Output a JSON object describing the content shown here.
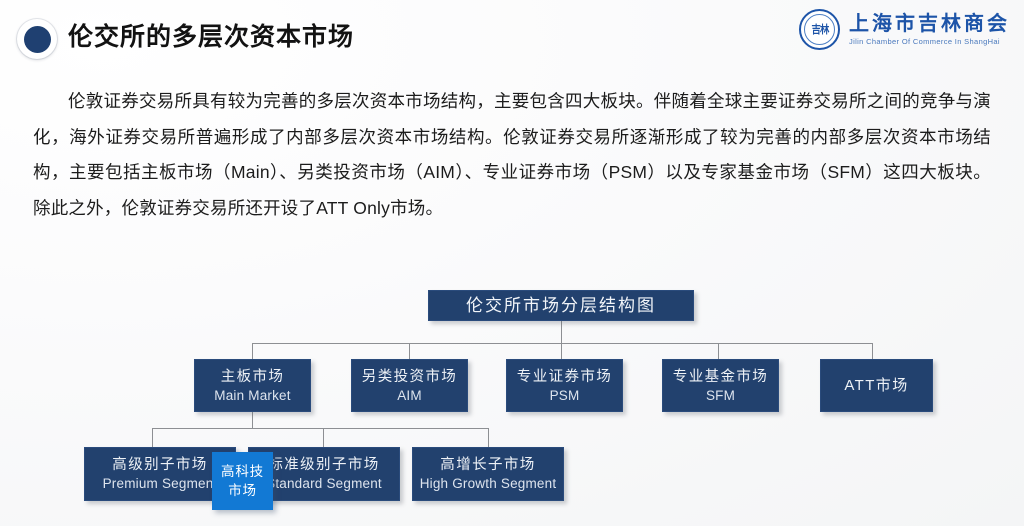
{
  "header": {
    "title": "伦交所的多层次资本市场",
    "bullet_icon": "filled-circle-bullet-icon"
  },
  "brand": {
    "seal_text": "吉林",
    "name_cn": "上海市吉林商会",
    "name_en": "Jilin Chamber Of Commerce In ShangHai"
  },
  "body": {
    "paragraph": "伦敦证券交易所具有较为完善的多层次资本市场结构，主要包含四大板块。伴随着全球主要证券交易所之间的竞争与演化，海外证券交易所普遍形成了内部多层次资本市场结构。伦敦证券交易所逐渐形成了较为完善的内部多层次资本市场结构，主要包括主板市场（Main）、另类投资市场（AIM）、专业证券市场（PSM）以及专家基金市场（SFM）这四大板块。除此之外，伦敦证券交易所还开设了ATT Only市场。"
  },
  "diagram": {
    "root": {
      "cn": "伦交所市场分层结构图",
      "en": ""
    },
    "level1": [
      {
        "cn": "主板市场",
        "en": "Main Market"
      },
      {
        "cn": "另类投资市场",
        "en": "AIM"
      },
      {
        "cn": "专业证券市场",
        "en": "PSM"
      },
      {
        "cn": "专业基金市场",
        "en": "SFM"
      },
      {
        "cn": "ATT市场",
        "en": ""
      }
    ],
    "level2": [
      {
        "cn": "高级别子市场",
        "en": "Premium Segment"
      },
      {
        "cn": "标准级别子市场",
        "en": "Standard Segment"
      },
      {
        "cn": "高增长子市场",
        "en": "High Growth Segment"
      }
    ],
    "highlight": {
      "cn_line1": "高科技",
      "cn_line2": "市场"
    }
  },
  "colors": {
    "node_navy": "#22416e",
    "highlight_blue": "#1279d4",
    "brand_blue": "#1d54a8",
    "connector_gray": "#8d8f93",
    "background": "#ffffff"
  }
}
